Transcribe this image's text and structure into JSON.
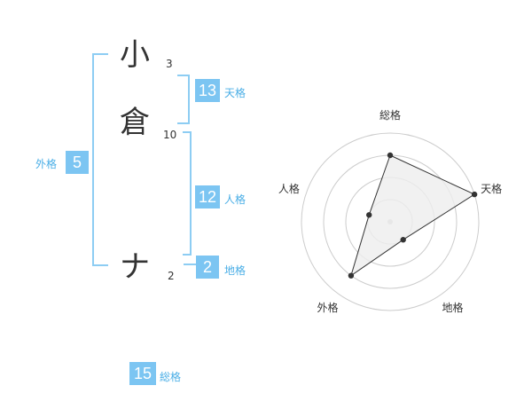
{
  "name": {
    "chars": [
      {
        "char": "小",
        "strokes": "3"
      },
      {
        "char": "倉",
        "strokes": "10"
      },
      {
        "char": "ナ",
        "strokes": "2"
      }
    ]
  },
  "kaku": {
    "tenkaku": {
      "value": "13",
      "label": "天格"
    },
    "jinkaku": {
      "value": "12",
      "label": "人格"
    },
    "chikaku": {
      "value": "2",
      "label": "地格"
    },
    "gaikaku": {
      "value": "5",
      "label": "外格"
    },
    "soukaku": {
      "value": "15",
      "label": "総格"
    }
  },
  "chart_data": {
    "type": "radar",
    "axes": [
      "総格",
      "天格",
      "地格",
      "外格",
      "人格"
    ],
    "values": [
      0.75,
      1.0,
      0.25,
      0.75,
      0.25
    ],
    "rings": 4,
    "max": 1.0,
    "colors": {
      "fill": "#eeeeee",
      "line": "#333333",
      "grid": "#cccccc",
      "center": "#cccccc"
    }
  }
}
